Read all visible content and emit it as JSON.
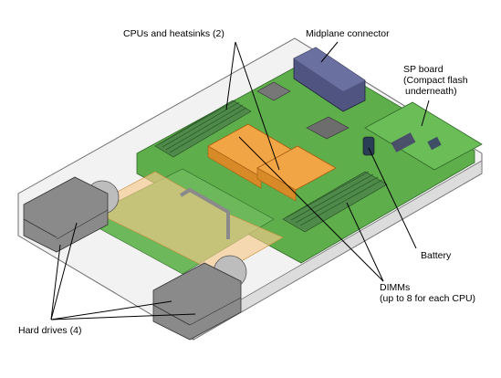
{
  "labels": {
    "cpus": "CPUs and heatsinks (2)",
    "midplane": "Midplane connector",
    "sp_board_1": "SP board",
    "sp_board_2": "(Compact flash",
    "sp_board_3": "underneath)",
    "battery": "Battery",
    "dimms_1": "DIMMs",
    "dimms_2": "(up to 8 for each CPU)",
    "hard_drives": "Hard drives (4)"
  },
  "colors": {
    "chassis": "#f2f2f2",
    "chassis_edge": "#6f6f6f",
    "board": "#5fae4c",
    "board_dark": "#3e7e33",
    "heatsink": "#f2a545",
    "duct": "#f6c98a",
    "dimm": "#4f8a4a",
    "connector": "#5a5f8a",
    "drive": "#8a8a8a"
  }
}
